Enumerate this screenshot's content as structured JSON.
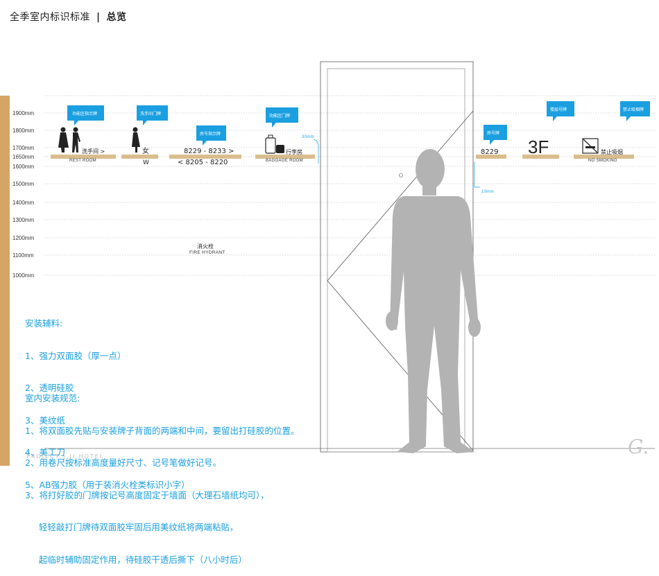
{
  "header": {
    "title": "全季室内标识标准",
    "separator": "|",
    "subtitle": "总览"
  },
  "heights": [
    "1900mm",
    "1800mm",
    "1700mm",
    "1650mm",
    "1600mm",
    "1500mm",
    "1400mm",
    "1300mm",
    "1200mm",
    "1100mm",
    "1000mm"
  ],
  "signs": {
    "restroom_direction": {
      "bubble": "功能区指示牌",
      "text": "洗手间 >",
      "sub": "REST ROOM"
    },
    "restroom_door": {
      "bubble": "洗手间门牌",
      "text": "女",
      "sub": "W"
    },
    "room_direction": {
      "bubble": "房号指示牌",
      "line1": "8229 - 8233 >",
      "line2": "< 8205 - 8220"
    },
    "function_door": {
      "bubble": "功能区门牌",
      "text": "行李房",
      "sub": "BAGGAGE ROOM"
    },
    "room_number": {
      "bubble": "房号牌",
      "text": "8229"
    },
    "floor_number": {
      "bubble": "楼层号牌",
      "text": "3F"
    },
    "no_smoking": {
      "bubble": "禁止吸烟牌",
      "text": "禁止吸烟",
      "sub": "NO SMOKING"
    }
  },
  "dimensions": {
    "gap_top": "30mm",
    "gap_side": "10mm"
  },
  "fire_hydrant": {
    "cn": "消火栓",
    "en": "FIRE HYDRANT"
  },
  "materials": {
    "title": "安装辅料:",
    "items": [
      "1、强力双面胶（厚一点）",
      "2、透明硅胶",
      "3、美纹纸",
      "4、美工刀",
      "5、AB强力胶（用于装消火栓类标识小字）"
    ]
  },
  "rules": {
    "title": "室内安装规范:",
    "items": [
      "1、将双面胶先贴与安装牌子背面的两端和中间，要留出打硅胶的位置。",
      "2、用卷尺按标准高度量好尺寸、记号笔做好记号。",
      "3、将打好胶的门牌按记号高度固定于墙面（大理石墙纸均可），",
      "     轻轻敲打门牌待双面胶牢固后用美纹纸将两端粘贴，",
      "     起临时辅助固定作用，待硅胶干透后撕下（八小时后）"
    ]
  },
  "footer": {
    "left": "PROJECT | JI HOTEL",
    "signature": "G."
  },
  "colors": {
    "accent_bar": "#d4a566",
    "bubble": "#1a9fe0",
    "plank": "#d9bd8e",
    "silhouette": "#b3b3b3",
    "note_text": "#1a9fe0"
  }
}
